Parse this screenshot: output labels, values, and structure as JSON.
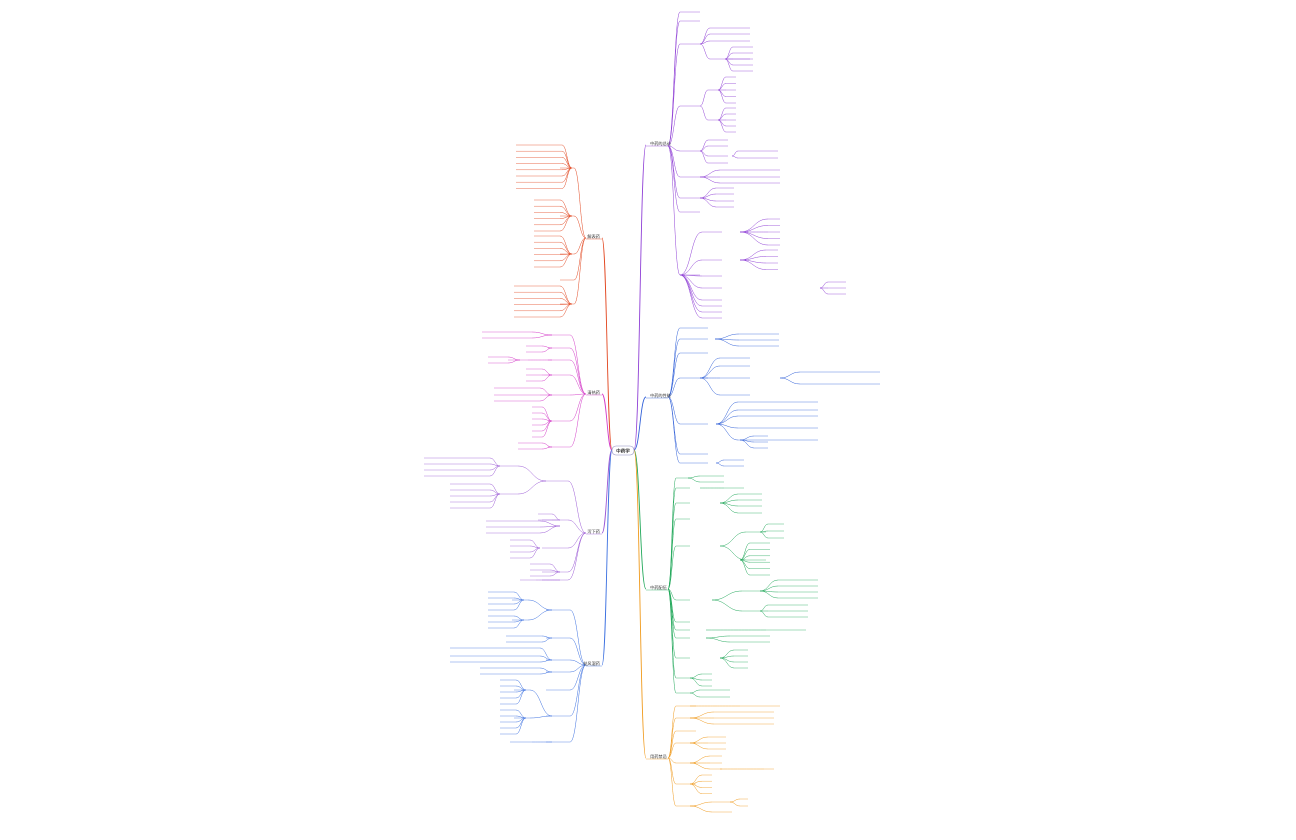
{
  "root": {
    "label": "中药学"
  },
  "colors": {
    "purple": "#8f3fd6",
    "blue": "#2f5fd8",
    "green": "#21a85a",
    "orange": "#f09a1c",
    "red": "#e2461f",
    "magenta": "#d43bc8",
    "violet": "#9b59d6",
    "blue_left": "#3a6fe0"
  },
  "branches": [
    {
      "id": "r1",
      "label": "中药的总论",
      "side": "right",
      "color": "purple"
    },
    {
      "id": "r2",
      "label": "中药的性能",
      "side": "right",
      "color": "blue"
    },
    {
      "id": "r3",
      "label": "中药配伍",
      "side": "right",
      "color": "green"
    },
    {
      "id": "r4",
      "label": "用药禁忌",
      "side": "right",
      "color": "orange"
    },
    {
      "id": "l1",
      "label": "解表药",
      "side": "left",
      "color": "red"
    },
    {
      "id": "l2",
      "label": "清热药",
      "side": "left",
      "color": "magenta"
    },
    {
      "id": "l3",
      "label": "泻下药",
      "side": "left",
      "color": "violet"
    },
    {
      "id": "l4",
      "label": "祛风湿药",
      "side": "left",
      "color": "blue_left"
    }
  ]
}
